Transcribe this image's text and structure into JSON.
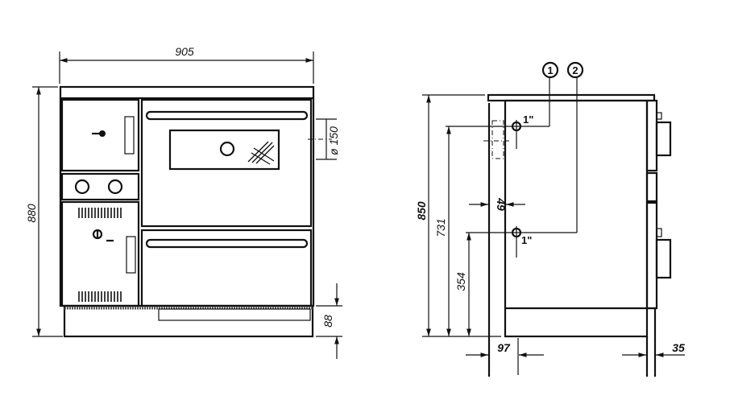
{
  "front_view": {
    "width_dim": "905",
    "height_dim": "880",
    "plinth_dim": "88",
    "flue_dim": "ø 150"
  },
  "side_view": {
    "height_dim": "850",
    "outlet_height_dim": "731",
    "inlet_height_dim": "354",
    "pipe_offset_dim": "49",
    "depth_offset_dim": "97",
    "back_dim": "35",
    "connection_1_label": "1",
    "connection_2_label": "2",
    "pipe_size_1": "1\"",
    "pipe_size_2": "1\""
  },
  "colors": {
    "ink": "#111111",
    "paper": "#ffffff"
  }
}
